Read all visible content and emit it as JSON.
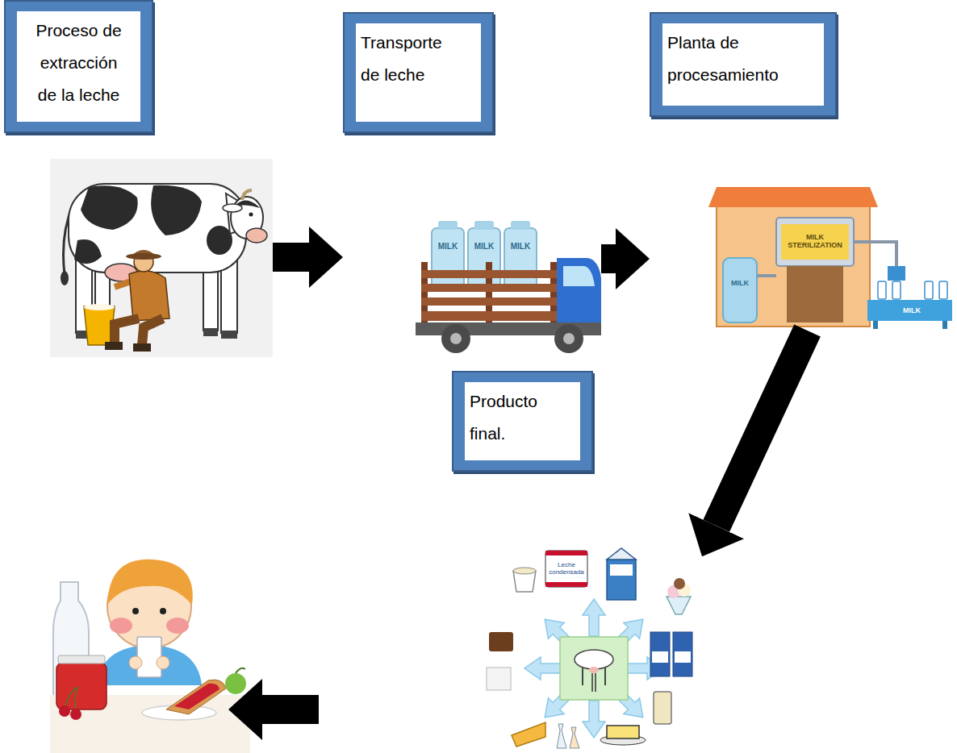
{
  "diagram": {
    "nodes": [
      {
        "text": [
          "Proceso de extracción de la leche"
        ]
      },
      {
        "text": [
          "Transporte de leche"
        ]
      },
      {
        "text": [
          "Planta de procesamiento"
        ]
      },
      {
        "text": [
          "Producto final."
        ]
      }
    ],
    "edges": [
      {
        "from": 0,
        "to": 1,
        "arrow": "to"
      },
      {
        "from": 1,
        "to": 2,
        "arrow": "to"
      },
      {
        "from": 2,
        "to": 3,
        "arrow": "to"
      }
    ],
    "labels": [
      "MILK",
      "MILK",
      "MILK",
      "MILK",
      "MILK STERILIZATION",
      "MILK",
      "Leche condensada"
    ]
  }
}
